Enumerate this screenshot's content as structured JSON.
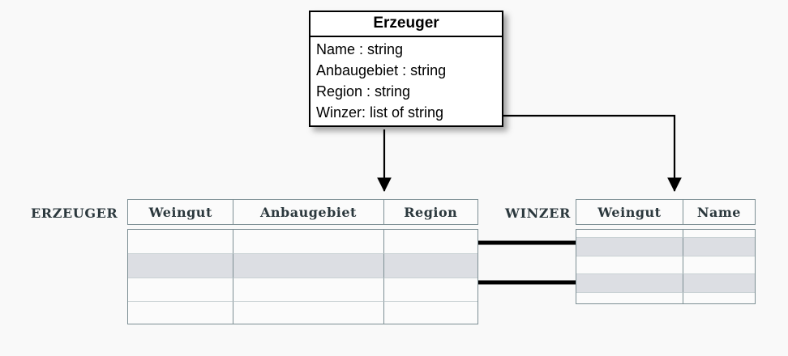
{
  "diagram": {
    "title_text": "Erzeuger",
    "uml": {
      "class_name": "Erzeuger",
      "attributes": [
        "Name : string",
        "Anbaugebiet : string",
        "Region : string",
        "Winzer: list of string"
      ]
    },
    "tables": [
      {
        "id": "erzeuger",
        "label": "ERZEUGER",
        "columns": [
          "Weingut",
          "Anbaugebiet",
          "Region"
        ],
        "rows": [
          {
            "cells": [
              "",
              "",
              ""
            ],
            "highlighted": false
          },
          {
            "cells": [
              "",
              "",
              ""
            ],
            "highlighted": true
          },
          {
            "cells": [
              "",
              "",
              ""
            ],
            "highlighted": false
          },
          {
            "cells": [
              "",
              "",
              ""
            ],
            "highlighted": false
          }
        ]
      },
      {
        "id": "winzer",
        "label": "WINZER",
        "columns": [
          "Weingut",
          "Name"
        ],
        "rows": [
          {
            "cells": [
              "",
              ""
            ],
            "highlighted": false
          },
          {
            "cells": [
              "",
              ""
            ],
            "highlighted": true
          },
          {
            "cells": [
              "",
              ""
            ],
            "highlighted": false
          },
          {
            "cells": [
              "",
              ""
            ],
            "highlighted": true
          },
          {
            "cells": [
              "",
              ""
            ],
            "highlighted": false
          }
        ]
      }
    ],
    "colors": {
      "background": "#f9f9f9",
      "table_border": "#7d8f94",
      "table_fill": "#fbfbfb",
      "row_highlight": "#dcdee3",
      "connector": "#000000",
      "uml_border": "#000000",
      "text": "#2b383d"
    }
  }
}
